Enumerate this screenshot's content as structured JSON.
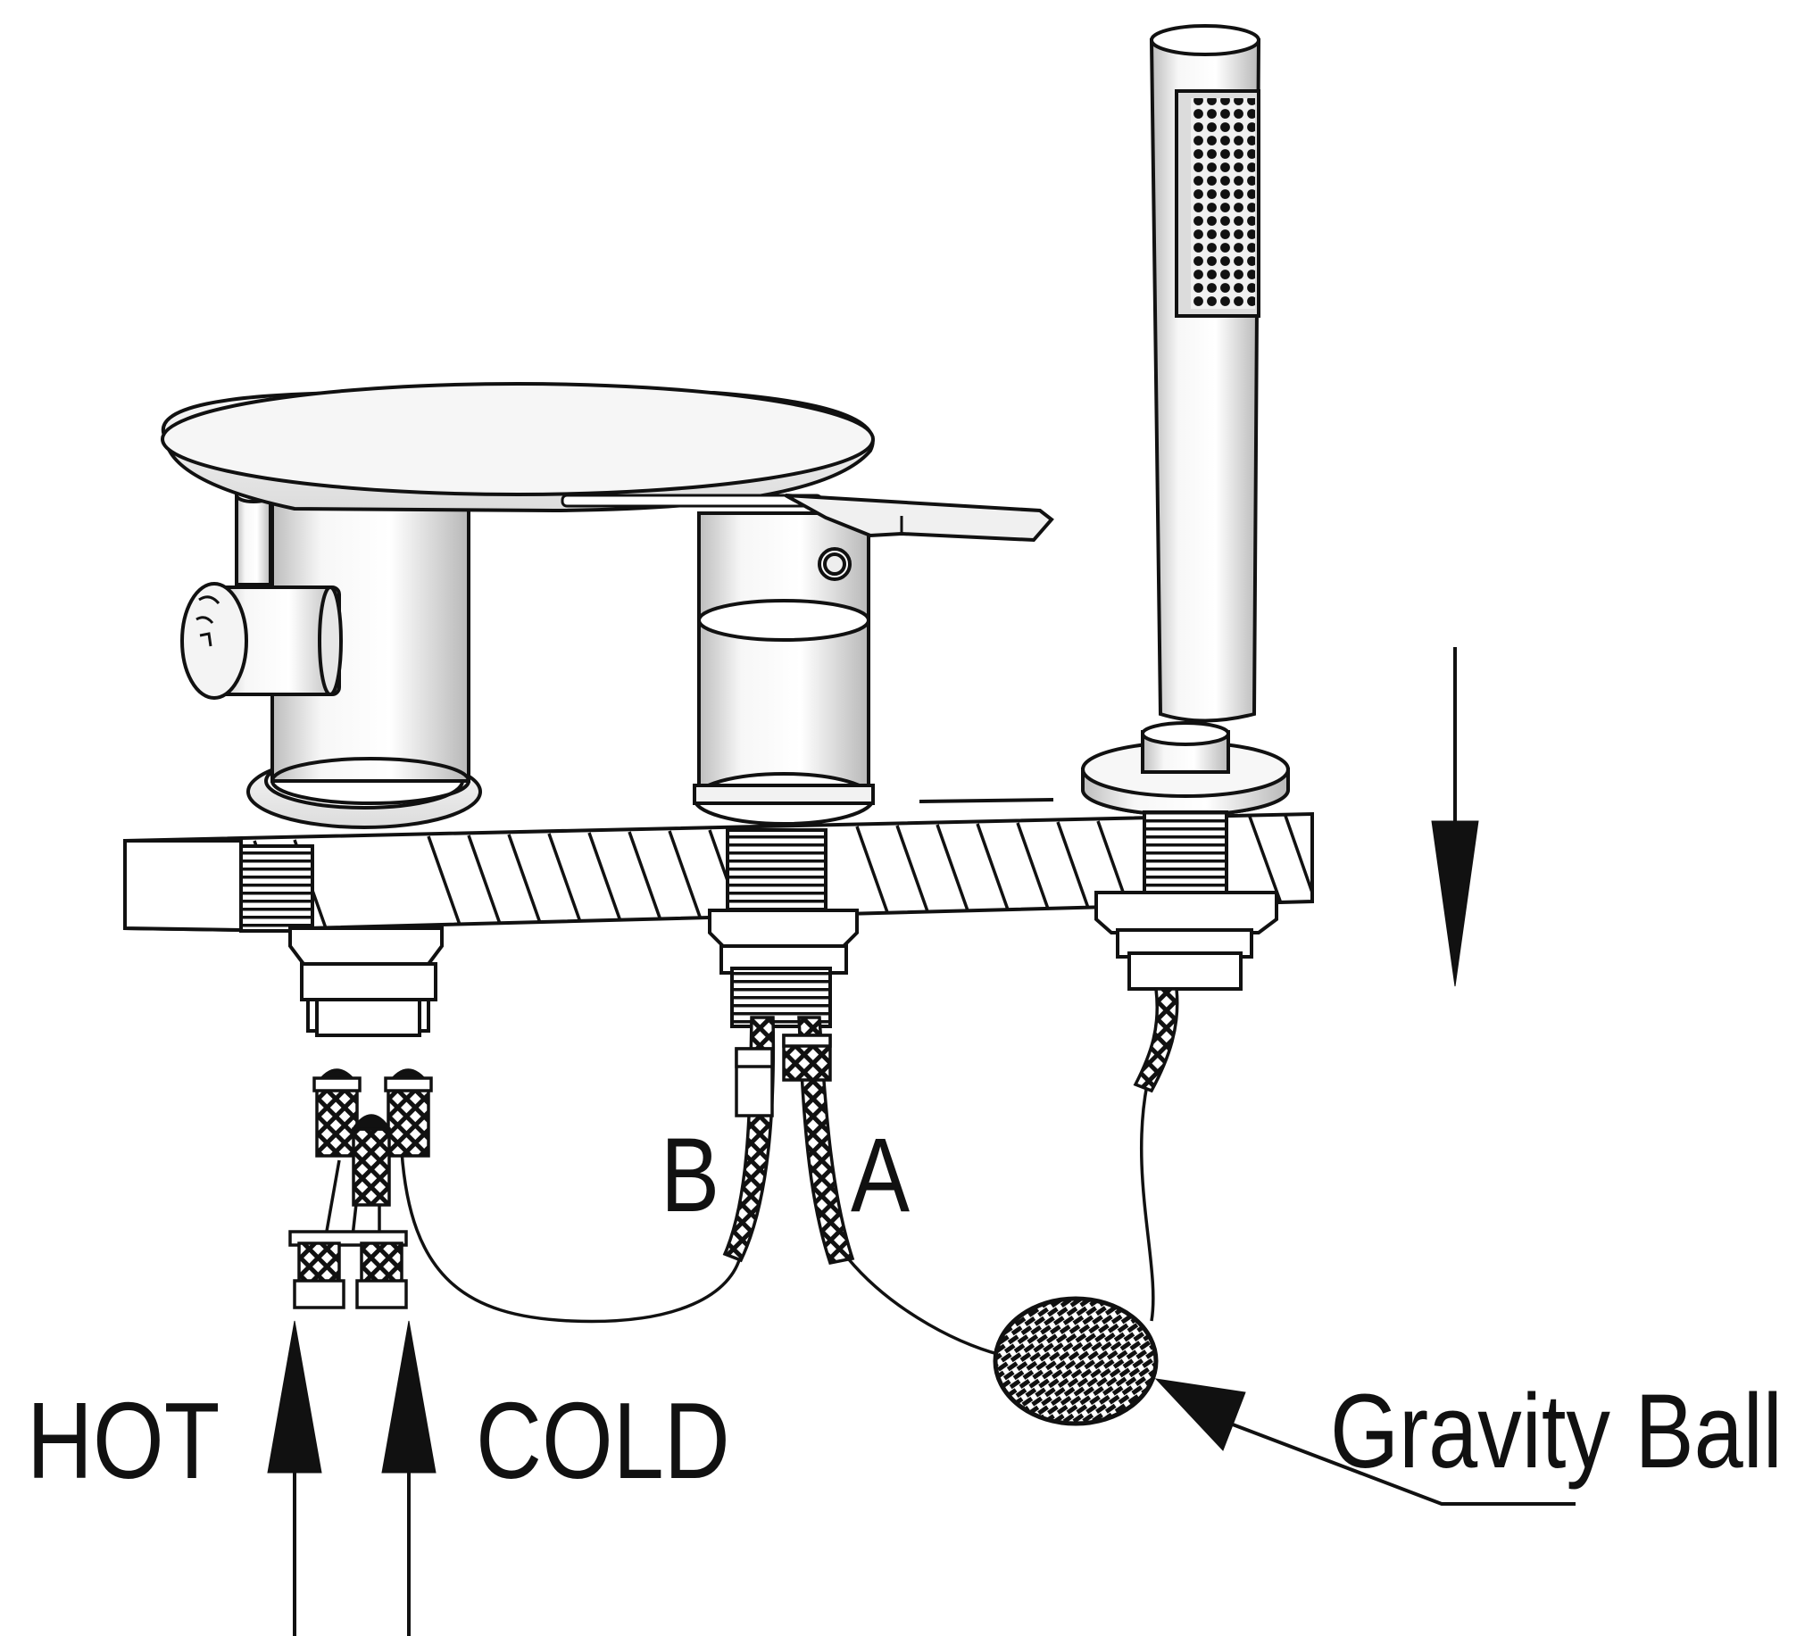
{
  "labels": {
    "hot": "HOT",
    "cold": "COLD",
    "gravity_ball": "Gravity Ball",
    "hose_b": "B",
    "hose_a": "A"
  },
  "colors": {
    "line": "#111111",
    "metal_light": "#f4f4f4",
    "metal_shade": "#c9c9c9"
  }
}
